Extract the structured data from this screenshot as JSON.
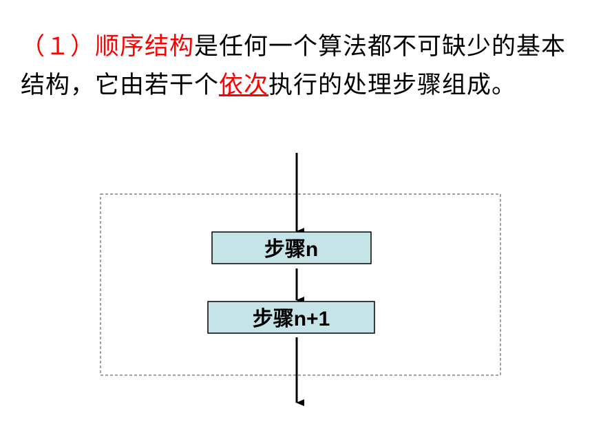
{
  "text": {
    "part_red_1": "（１）顺序结构",
    "part_black_1": "是任何一个算法都不可缺少的基本结构，它由若干个",
    "part_red_underline": "依次",
    "part_black_2": "执行的处理步骤组成。"
  },
  "diagram": {
    "step_n": "步骤n",
    "step_n_plus_1": "步骤n+1"
  },
  "colors": {
    "highlight": "#ff0000",
    "box_fill": "#c5e4e8",
    "border_dashed": "#808080",
    "line": "#000000"
  }
}
